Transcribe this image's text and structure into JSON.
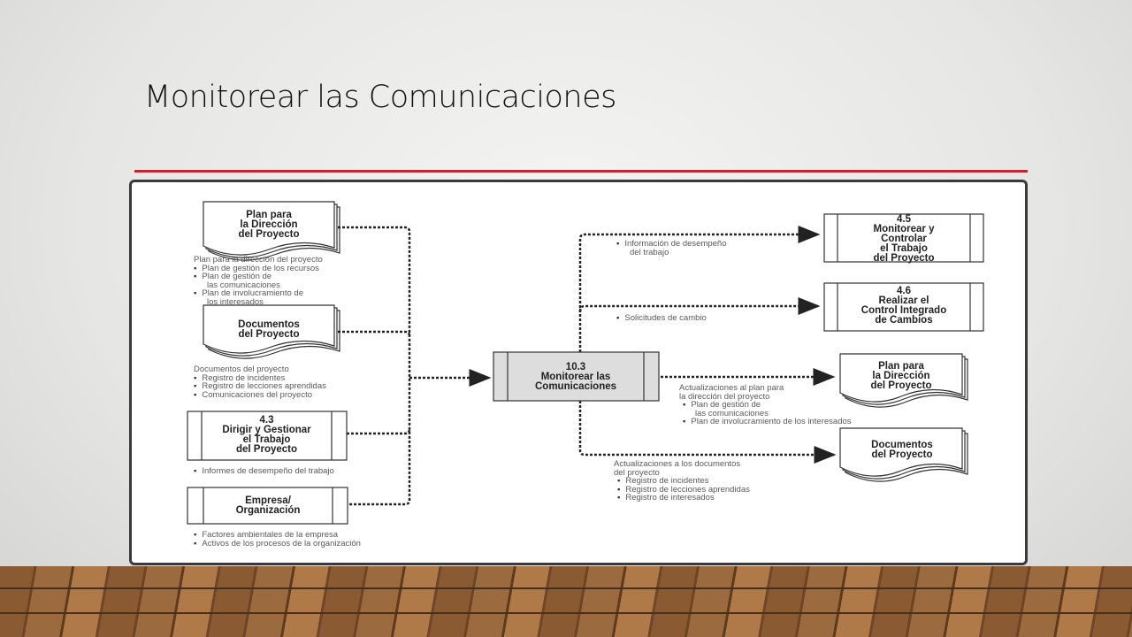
{
  "slide": {
    "title": "Monitorear las Comunicaciones"
  },
  "colors": {
    "accent_line": "#c0282f",
    "process_fill": "#dddddd"
  },
  "inputs": [
    {
      "title": [
        "Plan para",
        "la Dirección",
        "del Proyecto"
      ],
      "shape": "document",
      "heading": "Plan para la dirección del proyecto",
      "items": [
        "Plan de gestión de los recursos",
        "Plan de gestión de",
        "las comunicaciones",
        "Plan de involucramiento de",
        "los interesados"
      ]
    },
    {
      "title": [
        "Documentos",
        "del Proyecto"
      ],
      "shape": "document",
      "heading": "Documentos del proyecto",
      "items": [
        "Registro de incidentes",
        "Registro de lecciones aprendidas",
        "Comunicaciones del proyecto"
      ]
    },
    {
      "title": [
        "4.3",
        "Dirigir y Gestionar",
        "el Trabajo",
        "del Proyecto"
      ],
      "shape": "process",
      "items": [
        "Informes de desempeño del trabajo"
      ]
    },
    {
      "title": [
        "Empresa/",
        "Organización"
      ],
      "shape": "process",
      "items": [
        "Factores ambientales de la empresa",
        "Activos de los procesos de la organización"
      ]
    }
  ],
  "process": {
    "title": [
      "10.3",
      "Monitorear las",
      "Comunicaciones"
    ]
  },
  "outputs": [
    {
      "title": [
        "4.5",
        "Monitorear y",
        "Controlar",
        "el Trabajo",
        "del Proyecto"
      ],
      "shape": "process",
      "items": [
        "Información de desempeño",
        "del trabajo"
      ]
    },
    {
      "title": [
        "4.6",
        "Realizar el",
        "Control Integrado",
        "de Cambios"
      ],
      "shape": "process",
      "items": [
        "Solicitudes de cambio"
      ]
    },
    {
      "title": [
        "Plan para",
        "la Dirección",
        "del Proyecto"
      ],
      "shape": "document",
      "heading": [
        "Actualizaciones al plan para",
        "la dirección del proyecto"
      ],
      "items": [
        "Plan de gestión de",
        "las comunicaciones",
        "Plan de involucramiento de los interesados"
      ]
    },
    {
      "title": [
        "Documentos",
        "del Proyecto"
      ],
      "shape": "document",
      "heading": [
        "Actualizaciones a los documentos",
        "del proyecto"
      ],
      "items": [
        "Registro de incidentes",
        "Registro de lecciones aprendidas",
        "Registro de interesados"
      ]
    }
  ]
}
